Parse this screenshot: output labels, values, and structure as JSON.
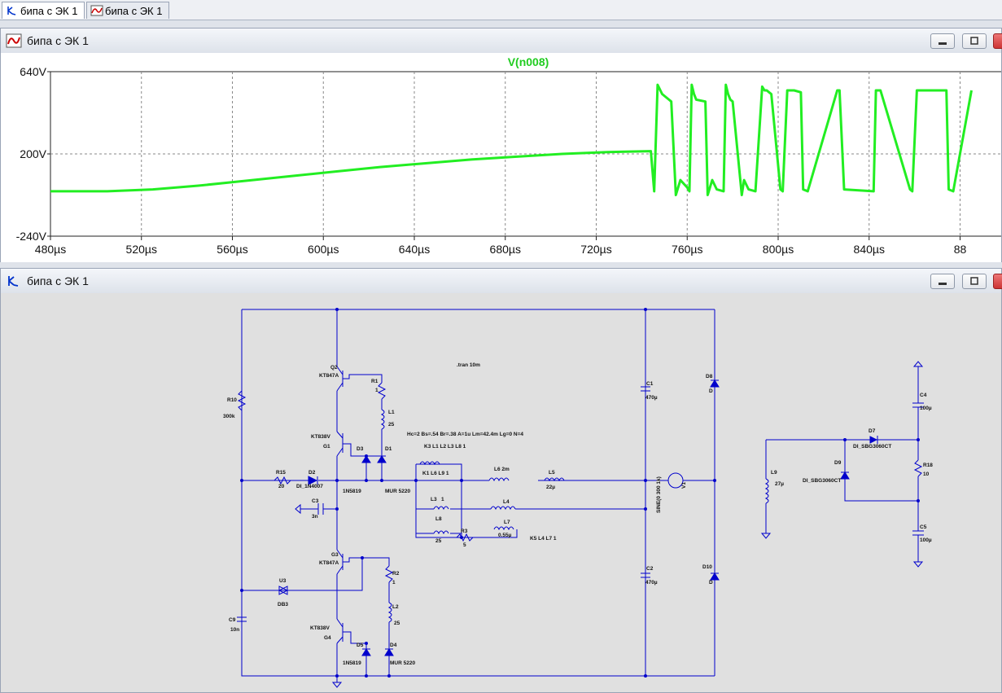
{
  "tabs": [
    {
      "label": "бипа с ЭК 1",
      "icon": "schematic-icon",
      "active": true
    },
    {
      "label": "бипа с ЭК 1",
      "icon": "waveform-icon",
      "active": false
    }
  ],
  "waveform_window": {
    "title": "бипа с ЭК 1",
    "icon": "waveform-icon"
  },
  "schematic_window": {
    "title": "бипа с ЭК 1",
    "icon": "schematic-icon"
  },
  "colors": {
    "trace": "#22ee22",
    "wire": "#0000cc",
    "grid": "#888888"
  },
  "chart_data": {
    "type": "line",
    "title": "V(n008)",
    "xlabel": "",
    "ylabel": "",
    "xlim": [
      480,
      885
    ],
    "ylim": [
      -240,
      640
    ],
    "x_ticks": [
      "480µs",
      "520µs",
      "560µs",
      "600µs",
      "640µs",
      "680µs",
      "720µs",
      "760µs",
      "800µs",
      "840µs",
      "88"
    ],
    "x_tick_values": [
      480,
      520,
      560,
      600,
      640,
      680,
      720,
      760,
      800,
      840,
      880
    ],
    "y_ticks": [
      "640V",
      "200V",
      "-240V"
    ],
    "y_tick_values": [
      640,
      200,
      -240
    ],
    "grid": true,
    "series": [
      {
        "name": "V(n008)",
        "x": [
          480,
          505,
          525,
          545,
          565,
          585,
          605,
          625,
          645,
          665,
          685,
          705,
          725,
          744,
          745.5,
          747,
          749,
          752,
          753,
          755,
          757,
          760,
          761,
          762,
          763,
          764,
          768,
          769,
          771,
          773,
          776,
          777,
          778,
          779,
          780,
          784,
          785,
          787,
          790,
          793,
          794,
          795,
          796,
          797,
          801,
          802,
          804,
          807,
          810,
          811,
          813,
          826,
          827,
          829,
          842,
          843,
          845,
          858,
          859,
          861,
          874,
          875,
          877,
          885
        ],
        "y": [
          0,
          0,
          10,
          30,
          55,
          80,
          105,
          130,
          150,
          170,
          185,
          200,
          210,
          215,
          0,
          570,
          520,
          490,
          480,
          -20,
          60,
          20,
          0,
          570,
          520,
          490,
          480,
          -20,
          60,
          10,
          0,
          570,
          520,
          490,
          480,
          -20,
          60,
          10,
          0,
          560,
          540,
          540,
          530,
          520,
          10,
          0,
          540,
          540,
          530,
          10,
          0,
          540,
          540,
          10,
          0,
          540,
          540,
          10,
          0,
          540,
          540,
          10,
          0,
          540
        ]
      }
    ]
  },
  "schematic": {
    "directive_tran": ".tran 10m",
    "directive_core": "Hc=2 Bs=.54 Br=.38 A=1u Lm=42.4m Lg=0 N=4",
    "labels": [
      "R10",
      "300k",
      "Q2",
      "KT847A",
      "R1",
      "1",
      "L1",
      "25",
      "KT838V",
      "G1",
      "D3",
      "D1",
      "1N5819",
      "MUR 5220",
      "K3 L1 L2 L3 L8 1",
      "K1 L6 L9 1",
      "L6 2m",
      "L5",
      "22µ",
      "R15",
      "20",
      "D2",
      "DI_1N4007",
      "C3",
      "3n",
      "L3",
      "1",
      "L4",
      "L8",
      "25",
      "R3",
      "5",
      "L7",
      "0.55µ",
      "K5 L4 L7 1",
      "G3",
      "KT847A",
      "R2",
      "1",
      "U3",
      "DB3",
      "L2",
      "25",
      "C9",
      "10n",
      "KT838V",
      "G4",
      "D5",
      "D4",
      "1N5819",
      "MUR 5220",
      "C1",
      "470µ",
      "C2",
      "470µ",
      "D8",
      "D",
      "D10",
      "D",
      "SINE(0 300 1k)",
      "V1",
      "L9",
      "27µ",
      "D7",
      "DI_SBG3060CT",
      "D9",
      "DI_SBG3060CT",
      "C4",
      "100µ",
      "R18",
      "10",
      "C5",
      "100µ"
    ]
  }
}
